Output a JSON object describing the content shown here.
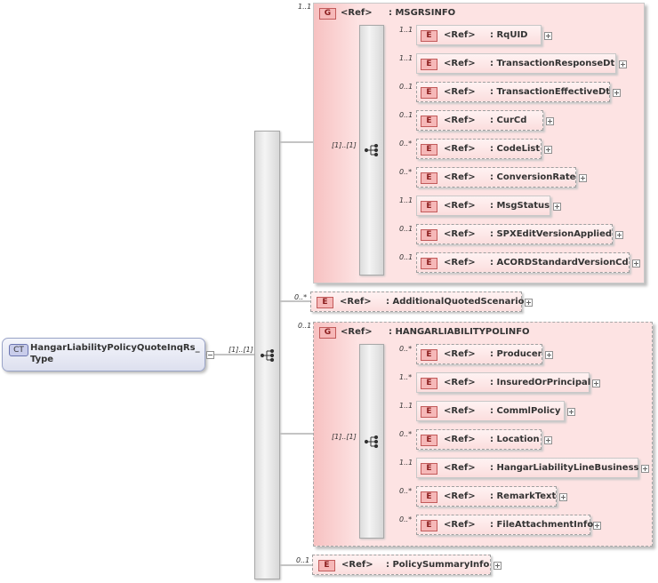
{
  "diagram": {
    "root": {
      "tag": "CT",
      "label": "HangarLiabilityPolicyQuoteInqRs_Type",
      "cardinality": "[1]..[1]"
    },
    "ref_label": "<Ref>",
    "msgrsinfo": {
      "tag": "G",
      "name": ": MSGRSINFO",
      "cardinality": "1..1",
      "seq_cardinality": "[1]..[1]",
      "children": [
        {
          "tag": "E",
          "name": ": RqUID",
          "cardinality": "1..1"
        },
        {
          "tag": "E",
          "name": ": TransactionResponseDt",
          "cardinality": "1..1"
        },
        {
          "tag": "E",
          "name": ": TransactionEffectiveDt",
          "cardinality": "0..1"
        },
        {
          "tag": "E",
          "name": ": CurCd",
          "cardinality": "0..1"
        },
        {
          "tag": "E",
          "name": ": CodeList",
          "cardinality": "0..*"
        },
        {
          "tag": "E",
          "name": ": ConversionRate",
          "cardinality": "0..*"
        },
        {
          "tag": "E",
          "name": ": MsgStatus",
          "cardinality": "1..1"
        },
        {
          "tag": "E",
          "name": ": SPXEditVersionApplied",
          "cardinality": "0..1"
        },
        {
          "tag": "E",
          "name": ": ACORDStandardVersionCd",
          "cardinality": "0..1"
        }
      ]
    },
    "additional": {
      "tag": "E",
      "name": ": AdditionalQuotedScenario",
      "cardinality": "0..*"
    },
    "hangar": {
      "tag": "G",
      "name": ": HANGARLIABILITYPOLINFO",
      "cardinality": "0..1",
      "seq_cardinality": "[1]..[1]",
      "children": [
        {
          "tag": "E",
          "name": ": Producer",
          "cardinality": "0..*"
        },
        {
          "tag": "E",
          "name": ": InsuredOrPrincipal",
          "cardinality": "1..*"
        },
        {
          "tag": "E",
          "name": ": CommlPolicy",
          "cardinality": "1..1"
        },
        {
          "tag": "E",
          "name": ": Location",
          "cardinality": "0..*"
        },
        {
          "tag": "E",
          "name": ": HangarLiabilityLineBusiness",
          "cardinality": "1..1"
        },
        {
          "tag": "E",
          "name": ": RemarkText",
          "cardinality": "0..*"
        },
        {
          "tag": "E",
          "name": ": FileAttachmentInfo",
          "cardinality": "0..*"
        }
      ]
    },
    "summary": {
      "tag": "E",
      "name": ": PolicySummaryInfo",
      "cardinality": "0..1"
    }
  },
  "colors": {
    "connector": "#8a8a8a",
    "group_fill": "#fde3e3",
    "element_tag": "#f6b8b8",
    "complex_type": "#c9cdeb"
  }
}
